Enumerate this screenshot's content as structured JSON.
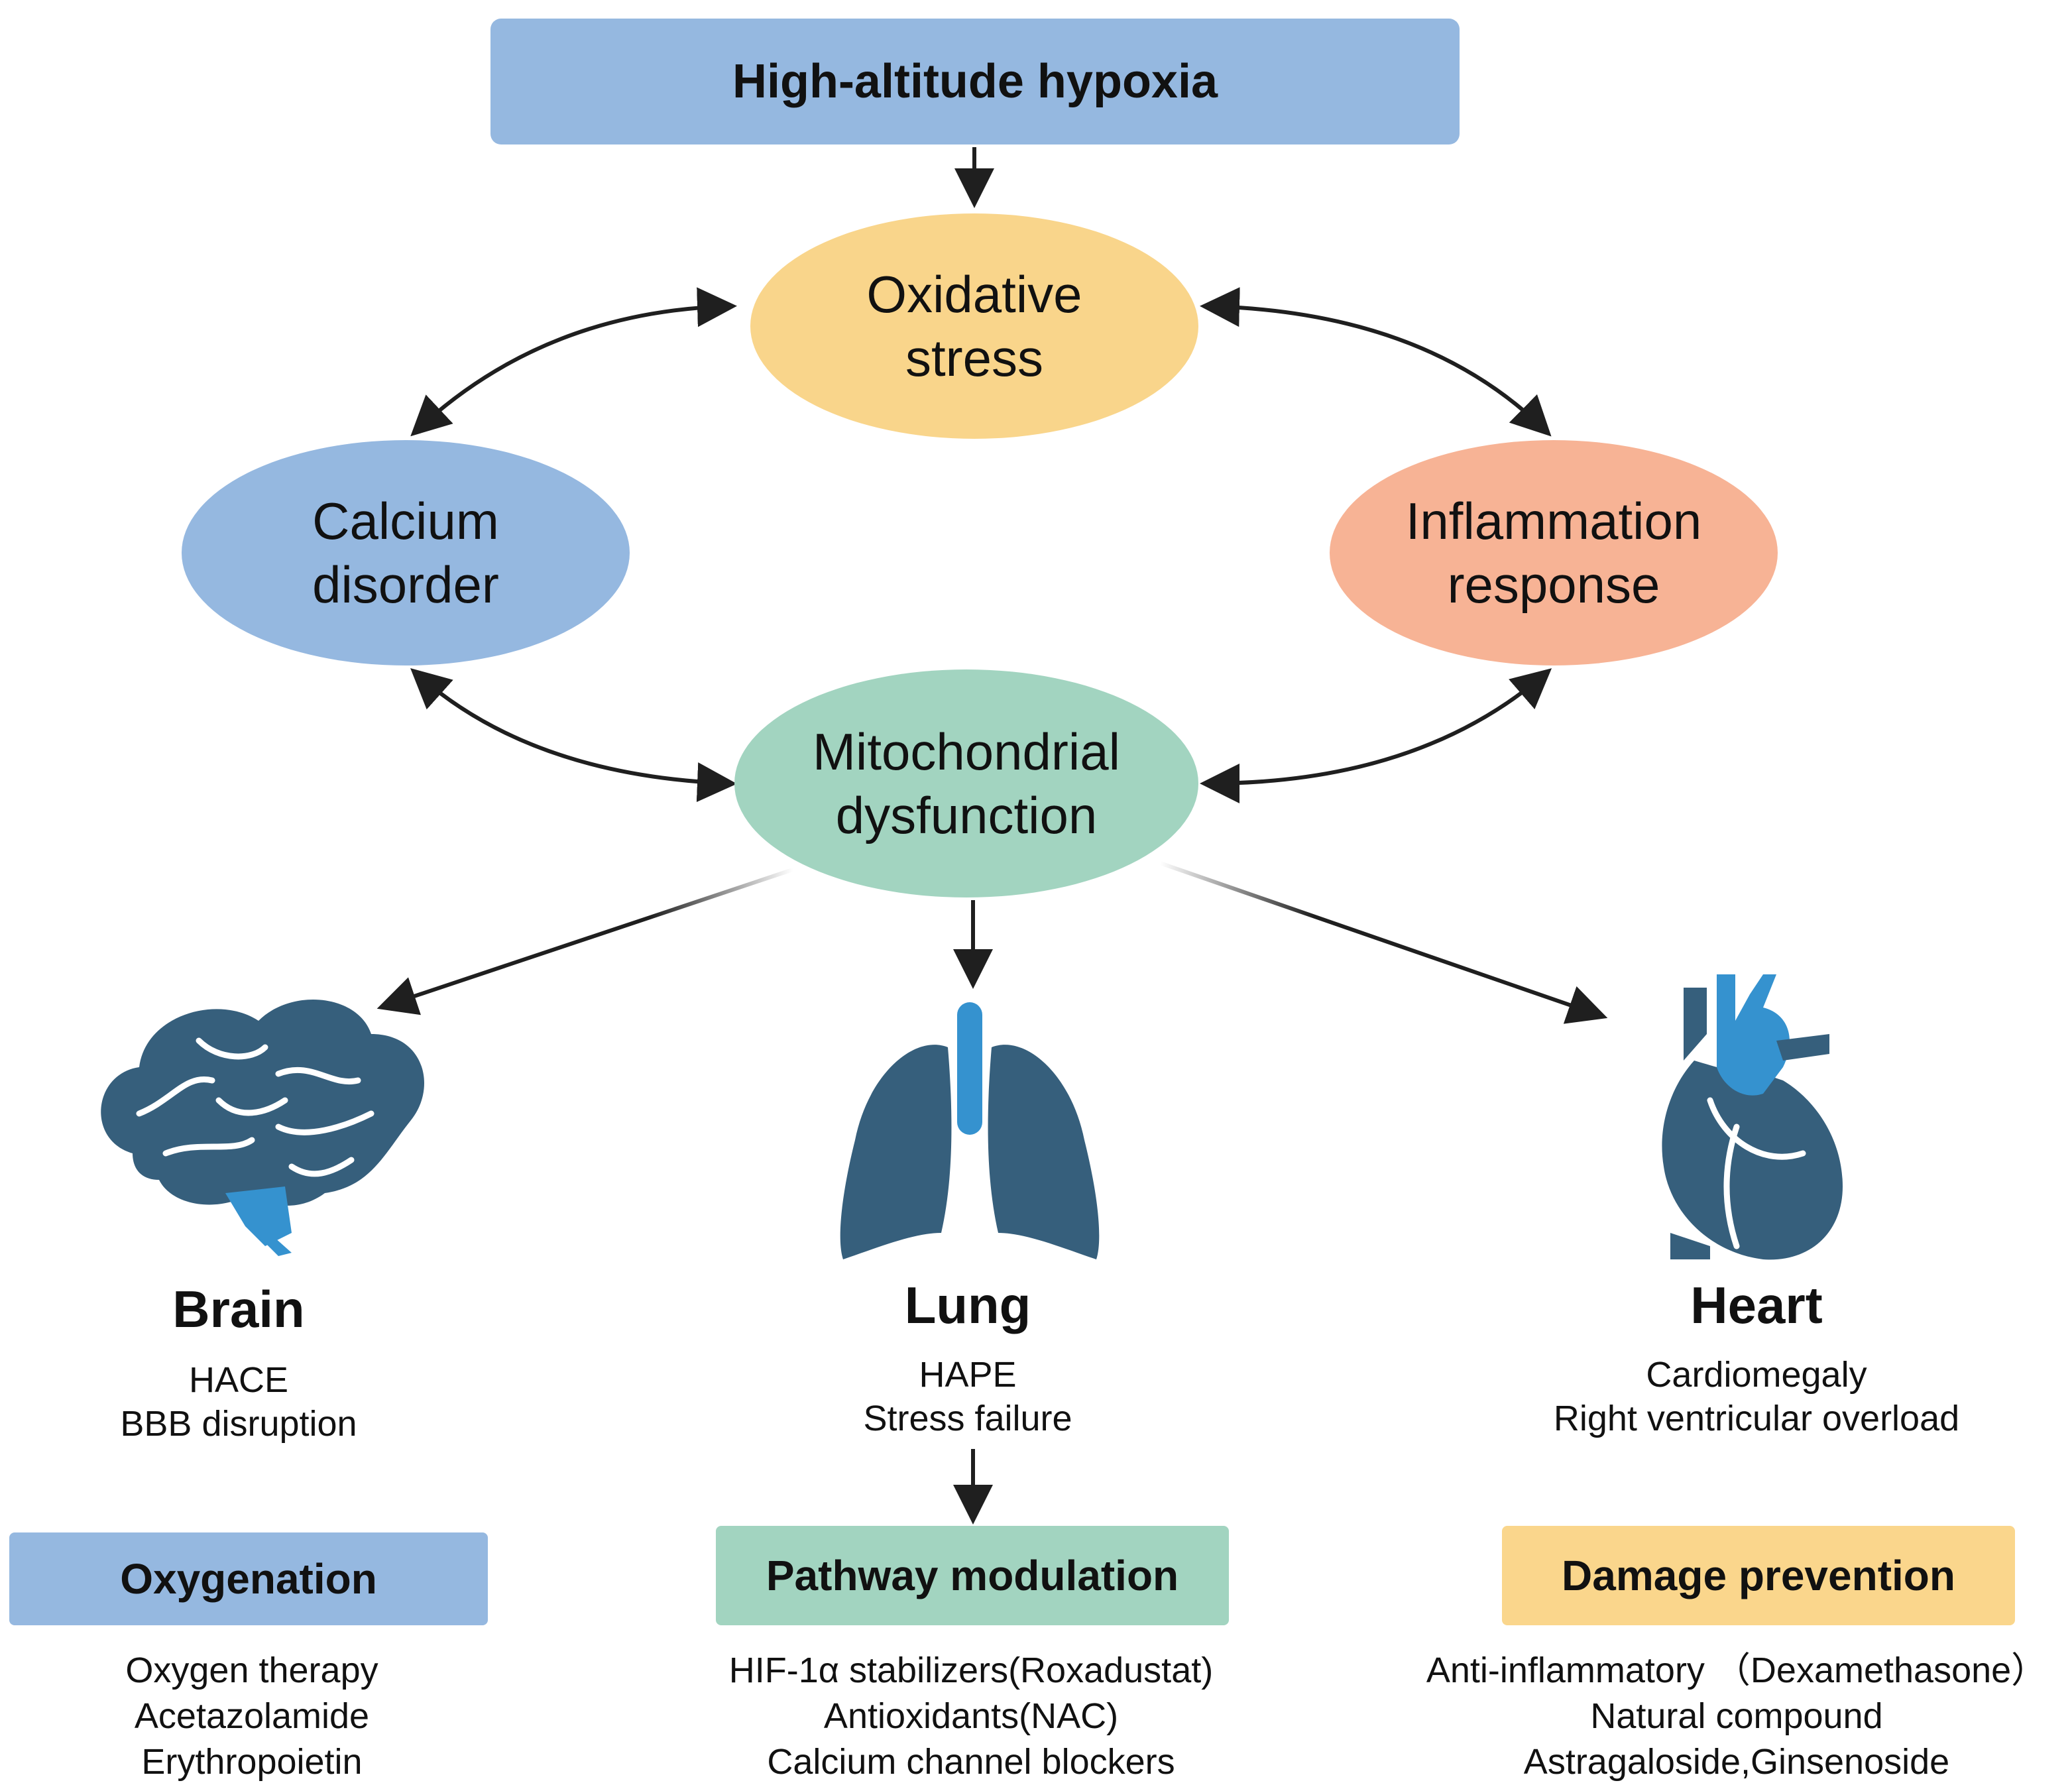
{
  "top": {
    "title": "High-altitude hypoxia"
  },
  "mechanisms": {
    "oxidative": [
      "Oxidative",
      "stress"
    ],
    "calcium": [
      "Calcium",
      "disorder"
    ],
    "inflammation": [
      "Inflammation",
      "response"
    ],
    "mitochondrial": [
      "Mitochondrial",
      "dysfunction"
    ]
  },
  "organs": [
    {
      "name": "Brain",
      "effects": [
        "HACE",
        "BBB disruption"
      ],
      "icon": "brain-icon"
    },
    {
      "name": "Lung",
      "effects": [
        "HAPE",
        "Stress failure"
      ],
      "icon": "lungs-icon"
    },
    {
      "name": "Heart",
      "effects": [
        "Cardiomegaly",
        "Right ventricular overload"
      ],
      "icon": "heart-icon"
    }
  ],
  "strategies": [
    {
      "title": "Oxygenation",
      "items": [
        "Oxygen therapy",
        "Acetazolamide",
        "Erythropoietin"
      ]
    },
    {
      "title": "Pathway modulation",
      "items": [
        "HIF-1α stabilizers(Roxadustat)",
        "Antioxidants(NAC)",
        "Calcium channel blockers"
      ]
    },
    {
      "title": "Damage prevention",
      "items": [
        "Anti-inflammatory （Dexamethasone）",
        "Natural compound",
        "Astragaloside,Ginsenoside"
      ]
    }
  ],
  "colors": {
    "top_box": "#95b8e0",
    "oxidative": "#f9d58b",
    "calcium": "#95b8e0",
    "inflammation": "#f7b395",
    "mitochondrial": "#a2d4c0",
    "organ_dark": "#365f7c",
    "organ_accent": "#3592cf",
    "oxygenation_box": "#95b8e0",
    "pathway_box": "#a2d4c0",
    "damage_box": "#fad68c"
  }
}
